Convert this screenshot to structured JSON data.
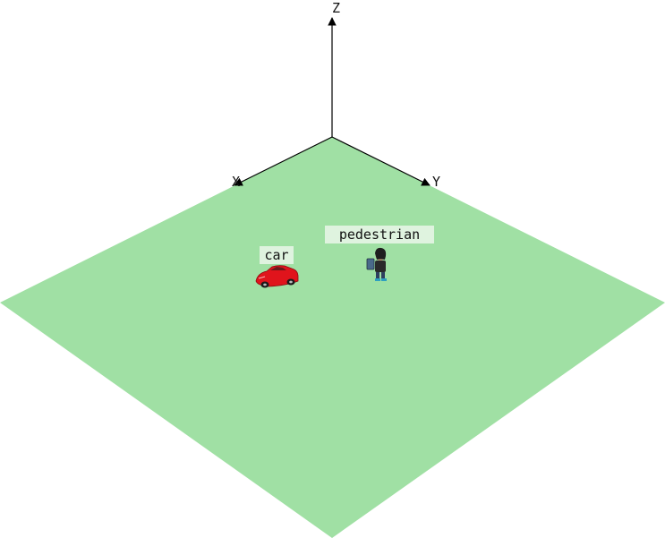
{
  "scene": {
    "ground_color": "#a0e0a4",
    "axes": {
      "x_label": "X",
      "y_label": "Y",
      "z_label": "Z"
    },
    "objects": [
      {
        "id": "car",
        "label": "car",
        "icon": "red-convertible-car-icon",
        "color": "#e0141c"
      },
      {
        "id": "pedestrian",
        "label": "pedestrian",
        "icon": "person-with-tablet-icon",
        "color": "#2a2a2a"
      }
    ]
  }
}
